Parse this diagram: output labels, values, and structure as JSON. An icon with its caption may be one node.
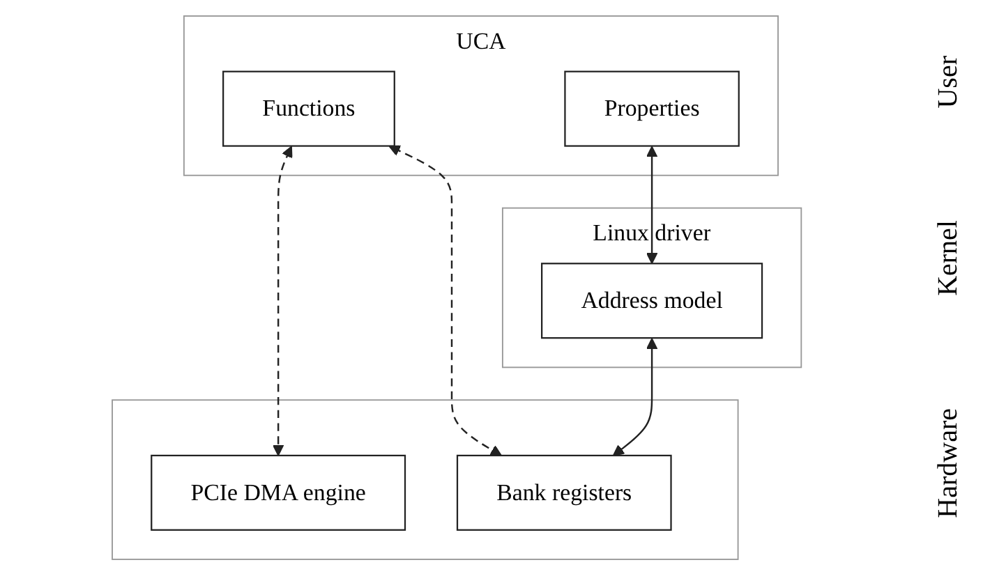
{
  "diagram": {
    "nodes": [
      {
        "text": [
          "UCA"
        ]
      },
      {
        "text": [
          "Functions"
        ],
        "in": 0
      },
      {
        "text": [
          "Properties"
        ],
        "in": 0
      },
      {
        "text": [
          "Linux driver"
        ]
      },
      {
        "text": [
          "Address model"
        ],
        "in": 3
      },
      {
        "text": [],
        "shape": "box"
      },
      {
        "text": [
          "PCIe DMA engine"
        ],
        "in": 5
      },
      {
        "text": [
          "Bank registers"
        ],
        "in": 5
      }
    ],
    "edges": [
      {
        "from": 6,
        "to": 1,
        "arrow": "both",
        "style": "dashed"
      },
      {
        "from": 1,
        "to": 7,
        "arrow": "both",
        "style": "dashed"
      },
      {
        "from": 2,
        "to": 4,
        "arrow": "both"
      },
      {
        "from": 4,
        "to": 7,
        "arrow": "both"
      }
    ],
    "labels": [
      "User",
      "Kernel",
      "Hardware"
    ]
  }
}
